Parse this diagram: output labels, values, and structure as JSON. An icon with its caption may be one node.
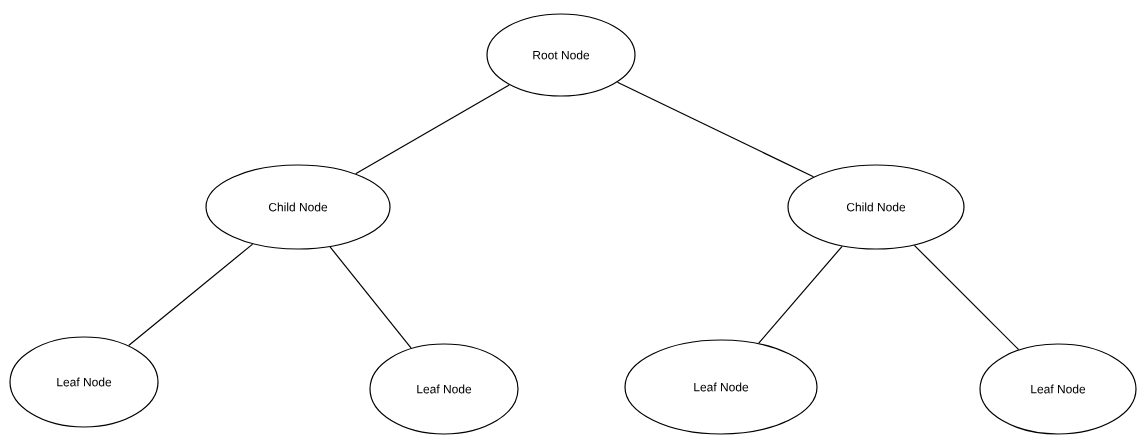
{
  "diagram": {
    "nodes": [
      {
        "text": [
          "Root Node"
        ]
      },
      {
        "text": [
          "Child Node"
        ]
      },
      {
        "text": [
          "Child Node"
        ]
      },
      {
        "text": [
          "Leaf Node"
        ]
      },
      {
        "text": [
          "Leaf Node"
        ]
      },
      {
        "text": [
          "Leaf Node"
        ]
      },
      {
        "text": [
          "Leaf Node"
        ]
      }
    ],
    "edges": [
      {
        "from": 0,
        "to": 1,
        "arrow": "none"
      },
      {
        "from": 0,
        "to": 2,
        "arrow": "none"
      },
      {
        "from": 1,
        "to": 3,
        "arrow": "none"
      },
      {
        "from": 1,
        "to": 4,
        "arrow": "none"
      },
      {
        "from": 2,
        "to": 5,
        "arrow": "none"
      },
      {
        "from": 2,
        "to": 6,
        "arrow": "none"
      }
    ]
  }
}
